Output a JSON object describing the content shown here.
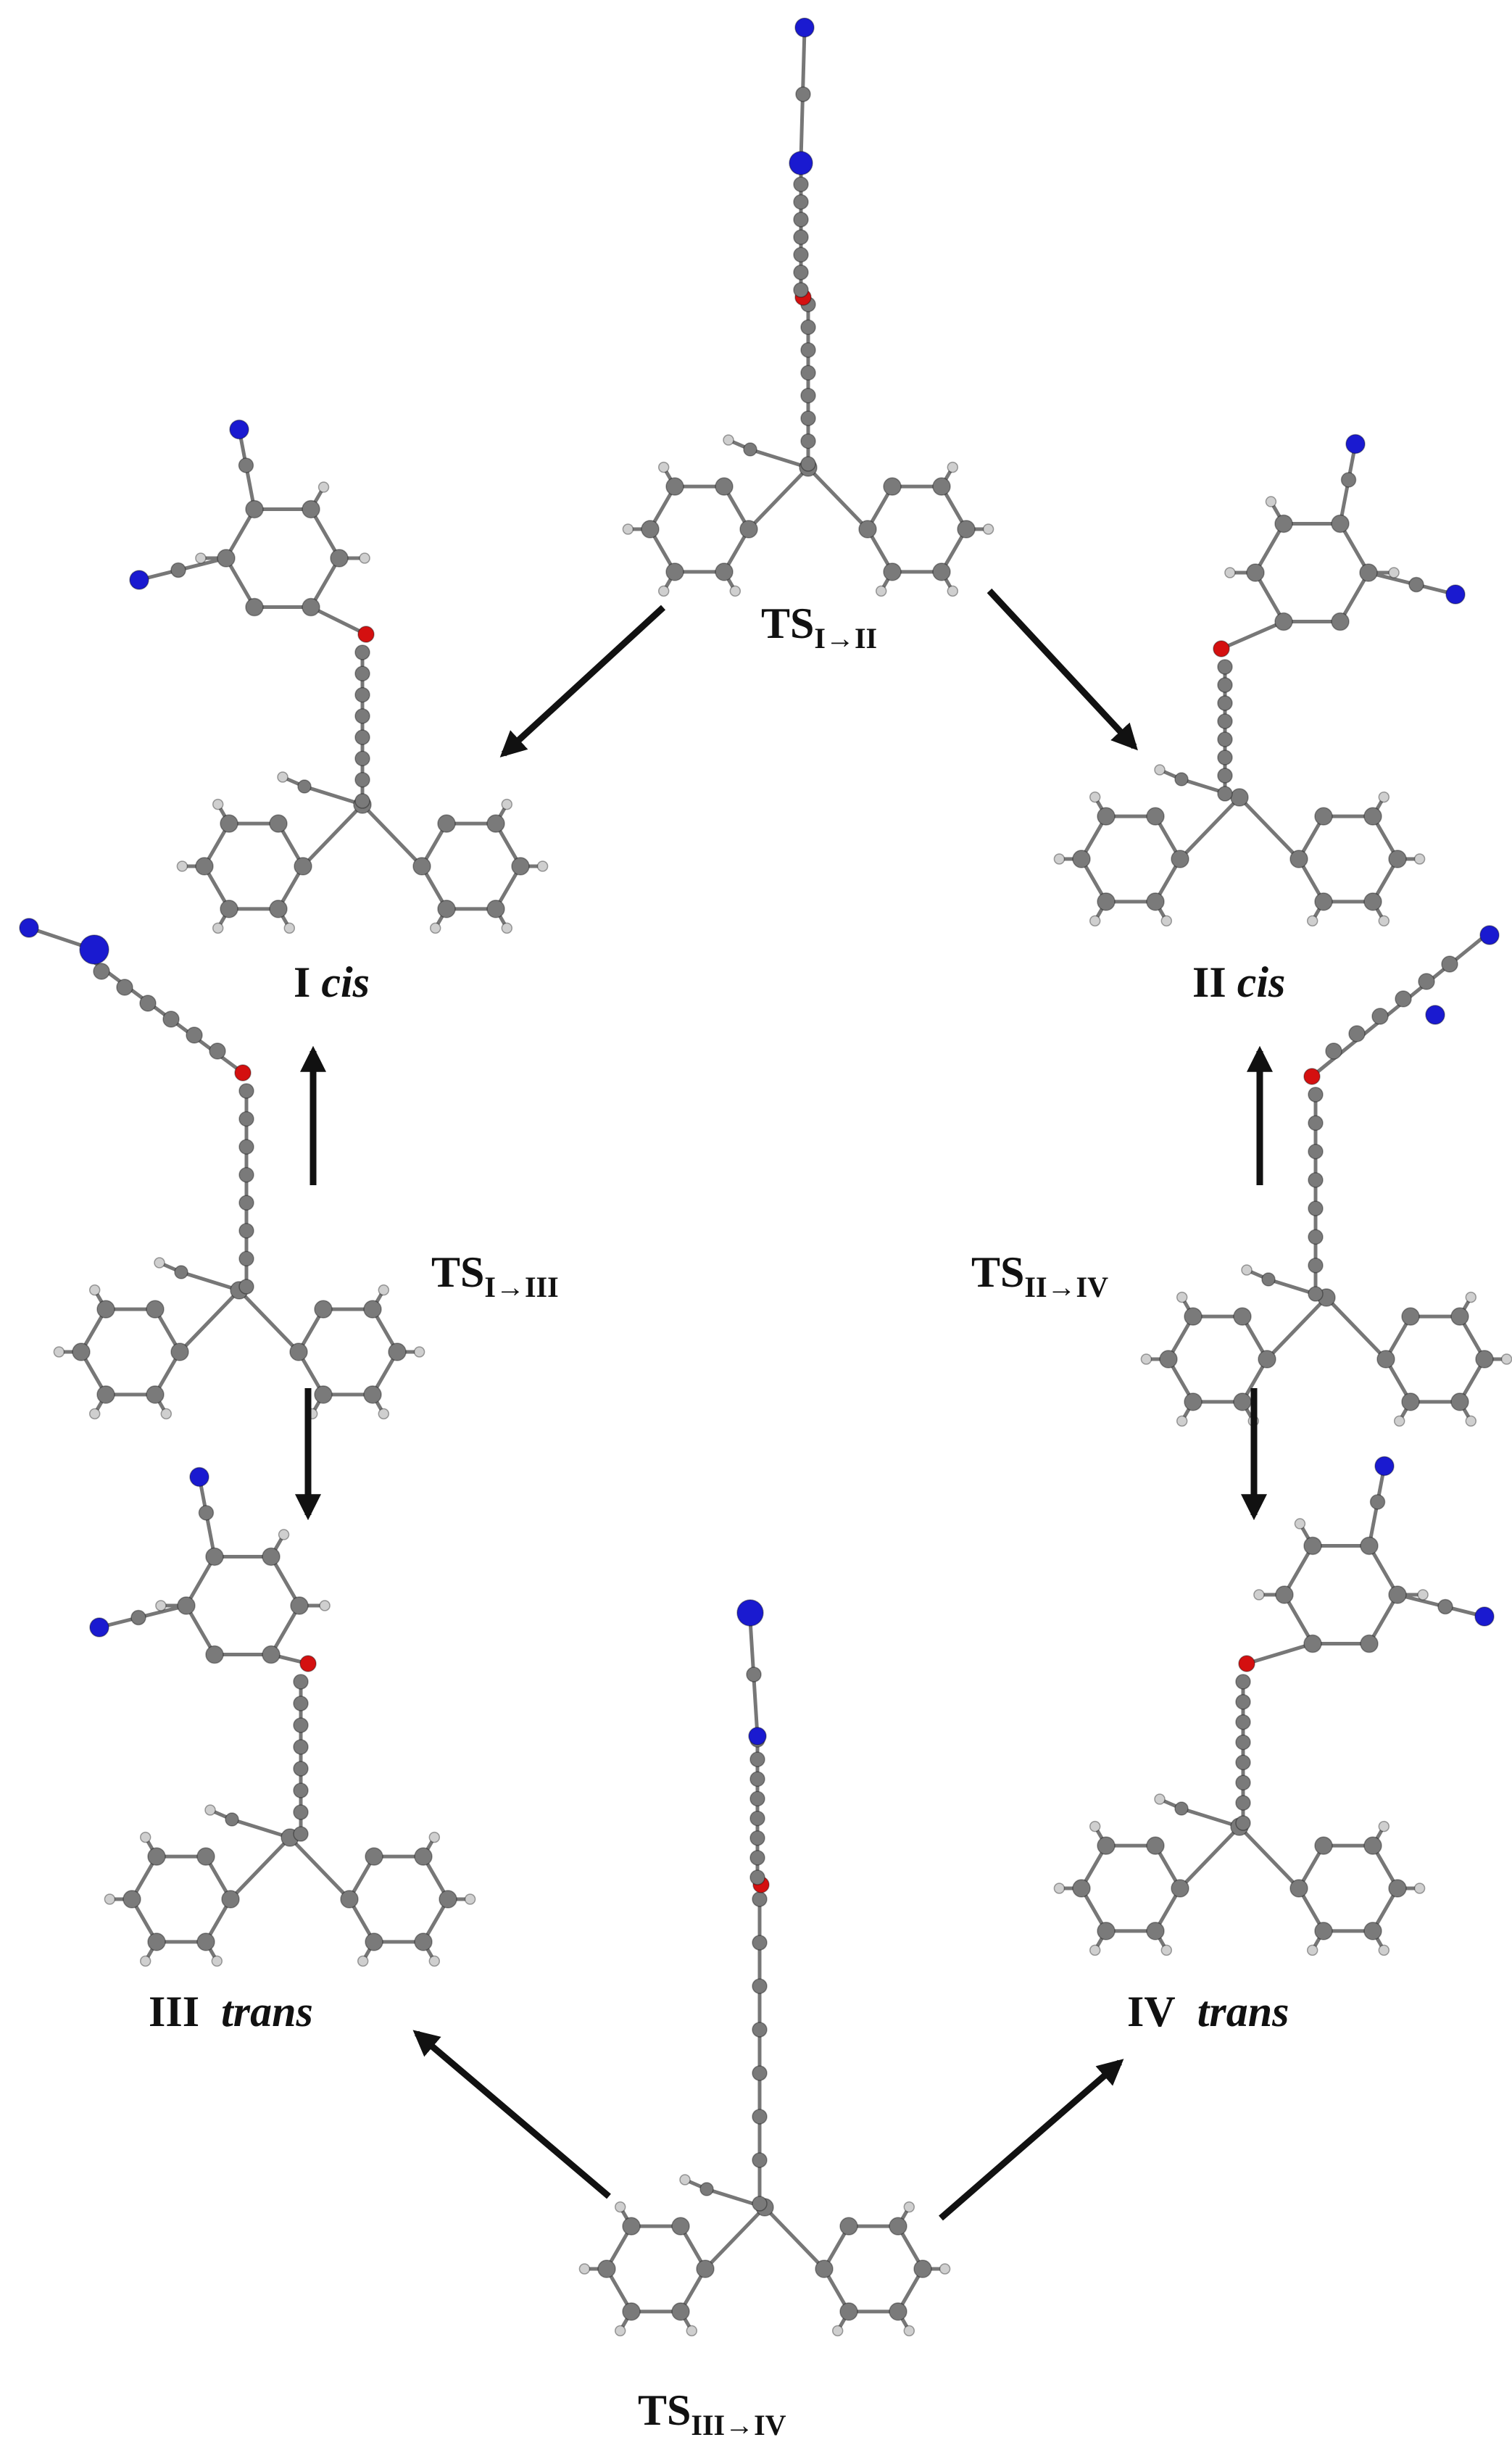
{
  "colors": {
    "carbon": "#7a7a7a",
    "hydrogen": "#cfcfcf",
    "nitrogen": "#1a1ad0",
    "oxygen": "#d41010",
    "arrow": "#111111"
  },
  "labels": {
    "ts_i_ii": {
      "main": "TS",
      "sub": "I→II"
    },
    "i_cis": {
      "roman": "I",
      "conf": "cis"
    },
    "ii_cis": {
      "roman": "II",
      "conf": "cis"
    },
    "ts_i_iii": {
      "main": "TS",
      "sub": "I→III"
    },
    "ts_ii_iv": {
      "main": "TS",
      "sub": "II→IV"
    },
    "iii_trans": {
      "roman": "III",
      "conf": "trans"
    },
    "iv_trans": {
      "roman": "IV",
      "conf": "trans"
    },
    "ts_iii_iv": {
      "main": "TS",
      "sub": "III→IV"
    }
  }
}
